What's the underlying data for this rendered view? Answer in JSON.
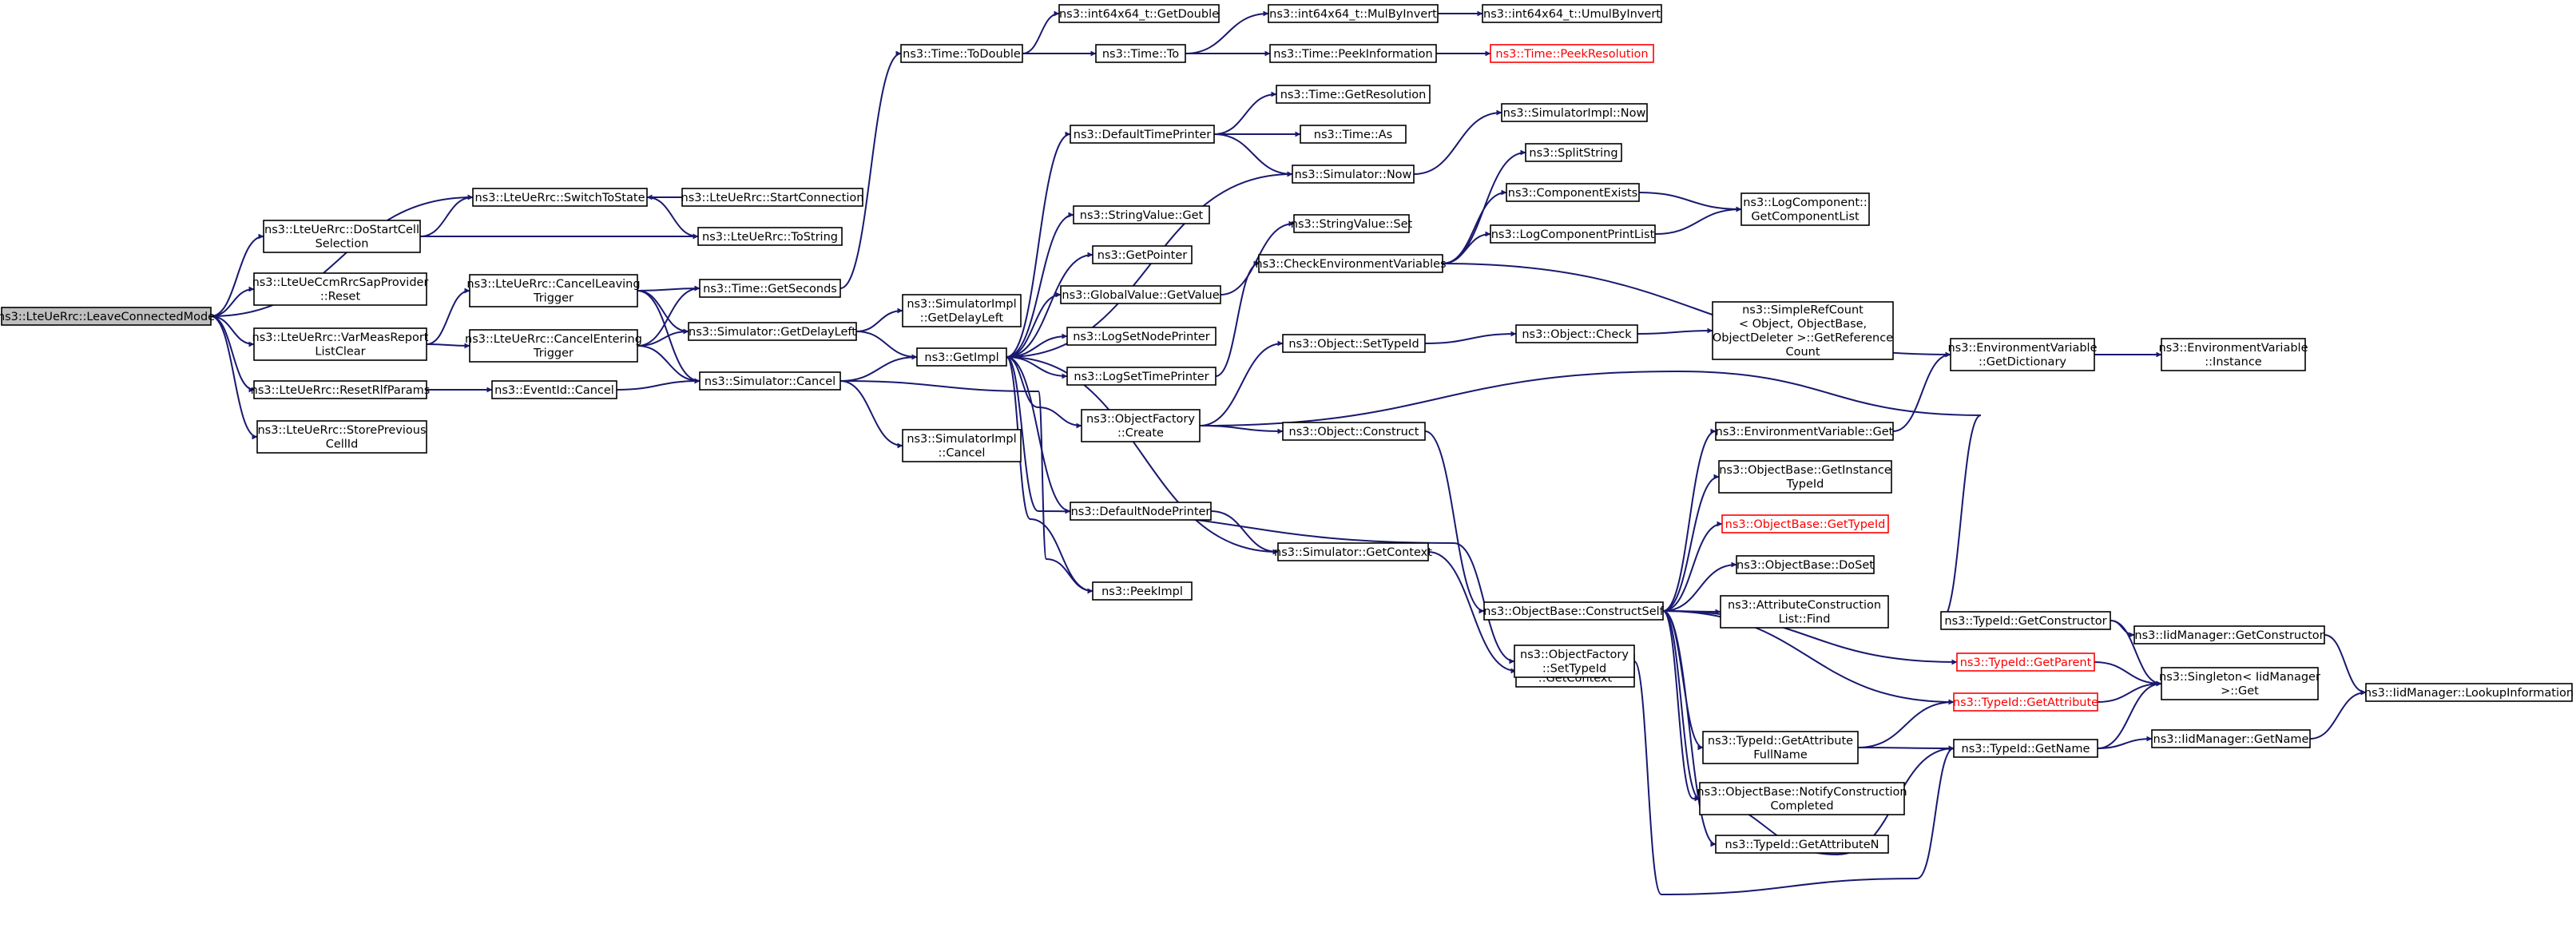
{
  "diagram": {
    "title": "",
    "colors": {
      "edge": "#191970",
      "root_fill": "#bfbfbf",
      "node_border": "#000000",
      "truncated_border": "#ff0000"
    },
    "nodes": [
      {
        "id": "root",
        "lines": [
          "ns3::LteUeRrc::LeaveConnectedMode"
        ],
        "root": true
      },
      {
        "id": "switchToState",
        "lines": [
          "ns3::LteUeRrc::SwitchToState"
        ]
      },
      {
        "id": "doStartCell",
        "lines": [
          "ns3::LteUeRrc::DoStartCell",
          "Selection"
        ]
      },
      {
        "id": "ccmReset",
        "lines": [
          "ns3::LteUeCcmRrcSapProvider",
          "::Reset"
        ]
      },
      {
        "id": "varMeas",
        "lines": [
          "ns3::LteUeRrc::VarMeasReport",
          "ListClear"
        ]
      },
      {
        "id": "resetRlf",
        "lines": [
          "ns3::LteUeRrc::ResetRlfParams"
        ]
      },
      {
        "id": "storePrev",
        "lines": [
          "ns3::LteUeRrc::StorePrevious",
          "CellId"
        ]
      },
      {
        "id": "startConn",
        "lines": [
          "ns3::LteUeRrc::StartConnection"
        ]
      },
      {
        "id": "toString",
        "lines": [
          "ns3::LteUeRrc::ToString"
        ]
      },
      {
        "id": "cancelLeaving",
        "lines": [
          "ns3::LteUeRrc::CancelLeaving",
          "Trigger"
        ]
      },
      {
        "id": "cancelEntering",
        "lines": [
          "ns3::LteUeRrc::CancelEntering",
          "Trigger"
        ]
      },
      {
        "id": "eventCancel",
        "lines": [
          "ns3::EventId::Cancel"
        ]
      },
      {
        "id": "getSeconds",
        "lines": [
          "ns3::Time::GetSeconds"
        ]
      },
      {
        "id": "getDelayLeft",
        "lines": [
          "ns3::Simulator::GetDelayLeft"
        ]
      },
      {
        "id": "simCancel",
        "lines": [
          "ns3::Simulator::Cancel"
        ]
      },
      {
        "id": "toDouble",
        "lines": [
          "ns3::Time::ToDouble"
        ]
      },
      {
        "id": "implDelayLeft",
        "lines": [
          "ns3::SimulatorImpl",
          "::GetDelayLeft"
        ]
      },
      {
        "id": "getImpl",
        "lines": [
          "ns3::GetImpl"
        ]
      },
      {
        "id": "implCancel",
        "lines": [
          "ns3::SimulatorImpl",
          "::Cancel"
        ]
      },
      {
        "id": "i64GetDouble",
        "lines": [
          "ns3::int64x64_t::GetDouble"
        ]
      },
      {
        "id": "timeTo",
        "lines": [
          "ns3::Time::To"
        ]
      },
      {
        "id": "mulByInvert",
        "lines": [
          "ns3::int64x64_t::MulByInvert"
        ]
      },
      {
        "id": "umulByInvert",
        "lines": [
          "ns3::int64x64_t::UmulByInvert"
        ]
      },
      {
        "id": "peekInfo",
        "lines": [
          "ns3::Time::PeekInformation"
        ]
      },
      {
        "id": "peekRes",
        "lines": [
          "ns3::Time::PeekResolution"
        ],
        "red": true
      },
      {
        "id": "defTimePrinter",
        "lines": [
          "ns3::DefaultTimePrinter"
        ]
      },
      {
        "id": "getResolution",
        "lines": [
          "ns3::Time::GetResolution"
        ]
      },
      {
        "id": "timeAs",
        "lines": [
          "ns3::Time::As"
        ]
      },
      {
        "id": "simNow",
        "lines": [
          "ns3::Simulator::Now"
        ]
      },
      {
        "id": "implNow",
        "lines": [
          "ns3::SimulatorImpl::Now"
        ]
      },
      {
        "id": "strValGet",
        "lines": [
          "ns3::StringValue::Get"
        ]
      },
      {
        "id": "getPointer",
        "lines": [
          "ns3::GetPointer"
        ]
      },
      {
        "id": "gvGetValue",
        "lines": [
          "ns3::GlobalValue::GetValue"
        ]
      },
      {
        "id": "logSetNode",
        "lines": [
          "ns3::LogSetNodePrinter"
        ]
      },
      {
        "id": "logSetTime",
        "lines": [
          "ns3::LogSetTimePrinter"
        ]
      },
      {
        "id": "objFactCreate",
        "lines": [
          "ns3::ObjectFactory",
          "::Create"
        ]
      },
      {
        "id": "defNodePrinter",
        "lines": [
          "ns3::DefaultNodePrinter"
        ]
      },
      {
        "id": "peekImpl",
        "lines": [
          "ns3::PeekImpl"
        ]
      },
      {
        "id": "simGetContext",
        "lines": [
          "ns3::Simulator::GetContext"
        ]
      },
      {
        "id": "implGetContext",
        "lines": [
          "ns3::SimulatorImpl",
          "::GetContext"
        ]
      },
      {
        "id": "strValSet",
        "lines": [
          "ns3::StringValue::Set"
        ]
      },
      {
        "id": "checkEnv",
        "lines": [
          "ns3::CheckEnvironmentVariables"
        ]
      },
      {
        "id": "splitString",
        "lines": [
          "ns3::SplitString"
        ]
      },
      {
        "id": "compExists",
        "lines": [
          "ns3::ComponentExists"
        ]
      },
      {
        "id": "logCompPrint",
        "lines": [
          "ns3::LogComponentPrintList"
        ]
      },
      {
        "id": "getCompList",
        "lines": [
          "ns3::LogComponent::",
          "GetComponentList"
        ]
      },
      {
        "id": "objSetTypeId",
        "lines": [
          "ns3::Object::SetTypeId"
        ]
      },
      {
        "id": "objCheck",
        "lines": [
          "ns3::Object::Check"
        ]
      },
      {
        "id": "refCount",
        "lines": [
          "ns3::SimpleRefCount",
          "< Object, ObjectBase,",
          "ObjectDeleter >::GetReference",
          "Count"
        ]
      },
      {
        "id": "objConstruct",
        "lines": [
          "ns3::Object::Construct"
        ]
      },
      {
        "id": "envGetDict",
        "lines": [
          "ns3::EnvironmentVariable",
          "::GetDictionary"
        ]
      },
      {
        "id": "envInstance",
        "lines": [
          "ns3::EnvironmentVariable",
          "::Instance"
        ]
      },
      {
        "id": "envGet",
        "lines": [
          "ns3::EnvironmentVariable::Get"
        ]
      },
      {
        "id": "obGetInstance",
        "lines": [
          "ns3::ObjectBase::GetInstance",
          "TypeId"
        ]
      },
      {
        "id": "obGetTypeId",
        "lines": [
          "ns3::ObjectBase::GetTypeId"
        ],
        "red": true
      },
      {
        "id": "obDoSet",
        "lines": [
          "ns3::ObjectBase::DoSet"
        ]
      },
      {
        "id": "attrFind",
        "lines": [
          "ns3::AttributeConstruction",
          "List::Find"
        ]
      },
      {
        "id": "obConstructSelf",
        "lines": [
          "ns3::ObjectBase::ConstructSelf"
        ]
      },
      {
        "id": "ofSetTypeId",
        "lines": [
          "ns3::ObjectFactory",
          "::SetTypeId"
        ]
      },
      {
        "id": "getAttrFullName",
        "lines": [
          "ns3::TypeId::GetAttribute",
          "FullName"
        ]
      },
      {
        "id": "obNotify",
        "lines": [
          "ns3::ObjectBase::NotifyConstruction",
          "Completed"
        ]
      },
      {
        "id": "getAttrN",
        "lines": [
          "ns3::TypeId::GetAttributeN"
        ]
      },
      {
        "id": "tidGetConstructor",
        "lines": [
          "ns3::TypeId::GetConstructor"
        ]
      },
      {
        "id": "tidGetParent",
        "lines": [
          "ns3::TypeId::GetParent"
        ],
        "red": true
      },
      {
        "id": "tidGetAttribute",
        "lines": [
          "ns3::TypeId::GetAttribute"
        ],
        "red": true
      },
      {
        "id": "tidGetName",
        "lines": [
          "ns3::TypeId::GetName"
        ]
      },
      {
        "id": "iidGetConstructor",
        "lines": [
          "ns3::IidManager::GetConstructor"
        ]
      },
      {
        "id": "singletonGet",
        "lines": [
          "ns3::Singleton< IidManager",
          " >::Get"
        ]
      },
      {
        "id": "iidGetName",
        "lines": [
          "ns3::IidManager::GetName"
        ]
      },
      {
        "id": "iidLookup",
        "lines": [
          "ns3::IidManager::LookupInformation"
        ]
      }
    ],
    "edges": [
      [
        "root",
        "switchToState"
      ],
      [
        "root",
        "doStartCell"
      ],
      [
        "root",
        "ccmReset"
      ],
      [
        "root",
        "varMeas"
      ],
      [
        "root",
        "resetRlf"
      ],
      [
        "root",
        "storePrev"
      ],
      [
        "doStartCell",
        "switchToState"
      ],
      [
        "doStartCell",
        "toString"
      ],
      [
        "switchToState",
        "toString"
      ],
      [
        "startConn",
        "switchToState"
      ],
      [
        "varMeas",
        "cancelLeaving"
      ],
      [
        "varMeas",
        "cancelEntering"
      ],
      [
        "resetRlf",
        "eventCancel"
      ],
      [
        "cancelLeaving",
        "getSeconds"
      ],
      [
        "cancelLeaving",
        "getDelayLeft"
      ],
      [
        "cancelLeaving",
        "simCancel"
      ],
      [
        "cancelEntering",
        "getSeconds"
      ],
      [
        "cancelEntering",
        "getDelayLeft"
      ],
      [
        "cancelEntering",
        "simCancel"
      ],
      [
        "eventCancel",
        "simCancel"
      ],
      [
        "getSeconds",
        "toDouble"
      ],
      [
        "getDelayLeft",
        "implDelayLeft"
      ],
      [
        "getDelayLeft",
        "getImpl"
      ],
      [
        "simCancel",
        "getImpl"
      ],
      [
        "simCancel",
        "implCancel"
      ],
      [
        "simCancel",
        "peekImpl"
      ],
      [
        "toDouble",
        "i64GetDouble"
      ],
      [
        "toDouble",
        "timeTo"
      ],
      [
        "timeTo",
        "mulByInvert"
      ],
      [
        "timeTo",
        "peekInfo"
      ],
      [
        "mulByInvert",
        "umulByInvert"
      ],
      [
        "peekInfo",
        "peekRes"
      ],
      [
        "getImpl",
        "defTimePrinter"
      ],
      [
        "getImpl",
        "simNow"
      ],
      [
        "getImpl",
        "strValGet"
      ],
      [
        "getImpl",
        "getPointer"
      ],
      [
        "getImpl",
        "gvGetValue"
      ],
      [
        "getImpl",
        "logSetNode"
      ],
      [
        "getImpl",
        "logSetTime"
      ],
      [
        "getImpl",
        "objFactCreate"
      ],
      [
        "getImpl",
        "defNodePrinter"
      ],
      [
        "getImpl",
        "peekImpl"
      ],
      [
        "getImpl",
        "simGetContext"
      ],
      [
        "getImpl",
        "ofSetTypeId"
      ],
      [
        "defTimePrinter",
        "getResolution"
      ],
      [
        "defTimePrinter",
        "timeAs"
      ],
      [
        "defTimePrinter",
        "simNow"
      ],
      [
        "simNow",
        "implNow"
      ],
      [
        "gvGetValue",
        "strValSet"
      ],
      [
        "logSetTime",
        "checkEnv"
      ],
      [
        "checkEnv",
        "splitString"
      ],
      [
        "checkEnv",
        "compExists"
      ],
      [
        "checkEnv",
        "logCompPrint"
      ],
      [
        "checkEnv",
        "envGetDict"
      ],
      [
        "compExists",
        "getCompList"
      ],
      [
        "logCompPrint",
        "getCompList"
      ],
      [
        "objFactCreate",
        "objSetTypeId"
      ],
      [
        "objFactCreate",
        "objConstruct"
      ],
      [
        "objFactCreate",
        "tidGetConstructor"
      ],
      [
        "objSetTypeId",
        "objCheck"
      ],
      [
        "objCheck",
        "refCount"
      ],
      [
        "objConstruct",
        "obConstructSelf"
      ],
      [
        "defNodePrinter",
        "simGetContext"
      ],
      [
        "simGetContext",
        "implGetContext"
      ],
      [
        "envGetDict",
        "envInstance"
      ],
      [
        "envGet",
        "envGetDict"
      ],
      [
        "obConstructSelf",
        "envGet"
      ],
      [
        "obConstructSelf",
        "obGetInstance"
      ],
      [
        "obConstructSelf",
        "obGetTypeId"
      ],
      [
        "obConstructSelf",
        "obDoSet"
      ],
      [
        "obConstructSelf",
        "attrFind"
      ],
      [
        "obConstructSelf",
        "tidGetParent"
      ],
      [
        "obConstructSelf",
        "tidGetAttribute"
      ],
      [
        "obConstructSelf",
        "getAttrFullName"
      ],
      [
        "obConstructSelf",
        "obNotify"
      ],
      [
        "obConstructSelf",
        "getAttrN"
      ],
      [
        "obConstructSelf",
        "tidGetName"
      ],
      [
        "ofSetTypeId",
        "tidGetName"
      ],
      [
        "getAttrFullName",
        "tidGetAttribute"
      ],
      [
        "getAttrFullName",
        "tidGetName"
      ],
      [
        "tidGetConstructor",
        "iidGetConstructor"
      ],
      [
        "tidGetConstructor",
        "singletonGet"
      ],
      [
        "tidGetParent",
        "singletonGet"
      ],
      [
        "tidGetAttribute",
        "singletonGet"
      ],
      [
        "tidGetName",
        "singletonGet"
      ],
      [
        "tidGetName",
        "iidGetName"
      ],
      [
        "iidGetConstructor",
        "iidLookup"
      ],
      [
        "iidGetName",
        "iidLookup"
      ]
    ]
  }
}
